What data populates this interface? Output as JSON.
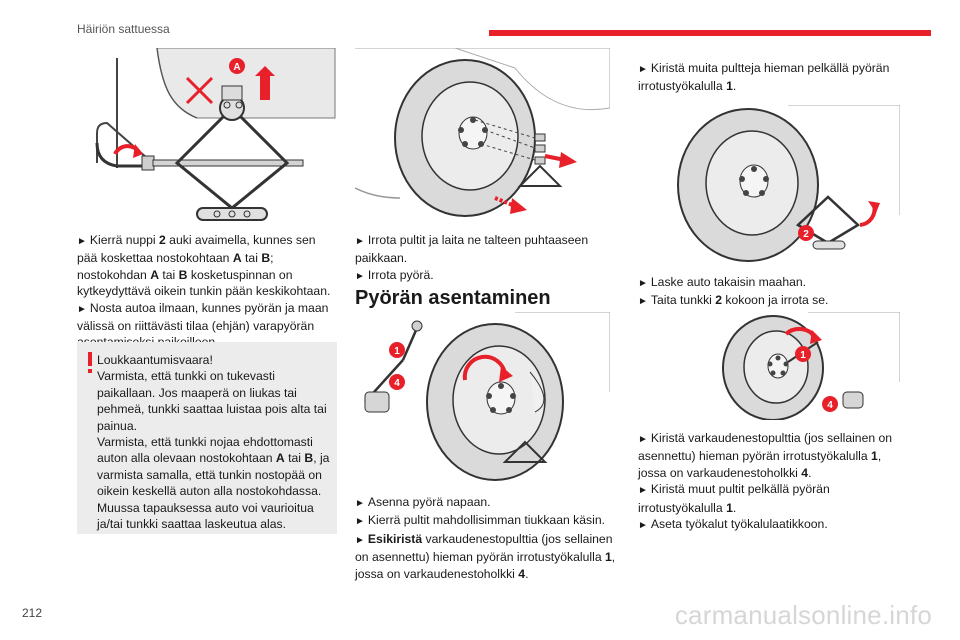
{
  "header": {
    "title": "Häiriön sattuessa"
  },
  "page_number": "212",
  "watermark": "carmanualsonline.info",
  "colors": {
    "accent": "#e8202a",
    "callout_bg": "#ececec",
    "text": "#1a1a1a"
  },
  "bullet_glyph": "►",
  "callout_labels": {
    "a": "A",
    "one": "1",
    "two": "2",
    "four": "4"
  },
  "col1": {
    "para": [
      [
        {
          "t": "Kierrä nuppi "
        },
        {
          "b": "2"
        },
        {
          "t": " auki avaimella, kunnes sen pää koskettaa nostokohtaan "
        },
        {
          "b": "A"
        },
        {
          "t": " tai "
        },
        {
          "b": "B"
        },
        {
          "t": "; nostokohdan "
        },
        {
          "b": "A"
        },
        {
          "t": " tai "
        },
        {
          "b": "B"
        },
        {
          "t": " kosketuspinnan on kytkeydyttävä oikein tunkin pään keskikohtaan."
        }
      ],
      [
        {
          "t": "Nosta autoa ilmaan, kunnes pyörän ja maan välissä on riittävästi tilaa (ehjän) varapyörän asentamiseksi paikoilleen."
        }
      ]
    ],
    "warning": {
      "title": "Loukkaantumisvaara!",
      "p1": "Varmista, että tunkki on tukevasti paikallaan. Jos maaperä on liukas tai pehmeä, tunkki saattaa luistaa pois alta tai painua.",
      "p2": [
        {
          "t": "Varmista, että tunkki nojaa ehdottomasti auton alla olevaan nostokohtaan "
        },
        {
          "b": "A"
        },
        {
          "t": " tai "
        },
        {
          "b": "B"
        },
        {
          "t": ", ja varmista samalla, että tunkin nostopää on oikein keskellä auton alla nostokohdassa. Muussa tapauksessa auto voi vaurioitua ja/tai tunkki saattaa laskeutua alas."
        }
      ]
    }
  },
  "col2": {
    "para_top": [
      [
        {
          "t": "Irrota pultit ja laita ne talteen puhtaaseen paikkaan."
        }
      ],
      [
        {
          "t": "Irrota pyörä."
        }
      ]
    ],
    "heading": "Pyörän asentaminen",
    "para_bottom": [
      [
        {
          "t": "Asenna pyörä napaan."
        }
      ],
      [
        {
          "t": "Kierrä pultit mahdollisimman tiukkaan käsin."
        }
      ],
      [
        {
          "b": "Esikiristä"
        },
        {
          "t": " varkaudenestopulttia (jos sellainen on asennettu) hieman pyörän irrotustyökalulla "
        },
        {
          "b": "1"
        },
        {
          "t": ", jossa on varkaudenestoholkki "
        },
        {
          "b": "4"
        },
        {
          "t": "."
        }
      ]
    ]
  },
  "col3": {
    "para_top": [
      [
        {
          "t": "Kiristä muita pultteja hieman pelkällä pyörän irrotustyökalulla "
        },
        {
          "b": "1"
        },
        {
          "t": "."
        }
      ]
    ],
    "para_mid": [
      [
        {
          "t": "Laske auto takaisin maahan."
        }
      ],
      [
        {
          "t": "Taita tunkki "
        },
        {
          "b": "2"
        },
        {
          "t": " kokoon ja irrota se."
        }
      ]
    ],
    "para_bottom": [
      [
        {
          "t": "Kiristä varkaudenestopulttia (jos sellainen on asennettu) hieman pyörän irrotustyökalulla "
        },
        {
          "b": "1"
        },
        {
          "t": ", jossa on varkaudenestoholkki "
        },
        {
          "b": "4"
        },
        {
          "t": "."
        }
      ],
      [
        {
          "t": "Kiristä muut pultit pelkällä pyörän irrotustyökalulla "
        },
        {
          "b": "1"
        },
        {
          "t": "."
        }
      ],
      [
        {
          "t": "Aseta työkalut työkalulaatikkoon."
        }
      ]
    ]
  }
}
